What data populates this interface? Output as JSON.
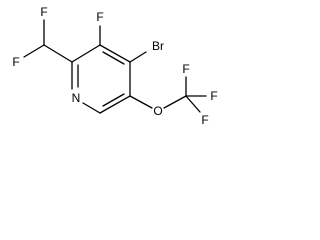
{
  "structure": {
    "atoms": {
      "F_difluoro_top": "F",
      "F_difluoro_left": "F",
      "F_ring": "F",
      "Br": "Br",
      "N": "N",
      "O": "O",
      "F_cf3_top": "F",
      "F_cf3_right": "F",
      "F_cf3_bottom": "F"
    }
  }
}
